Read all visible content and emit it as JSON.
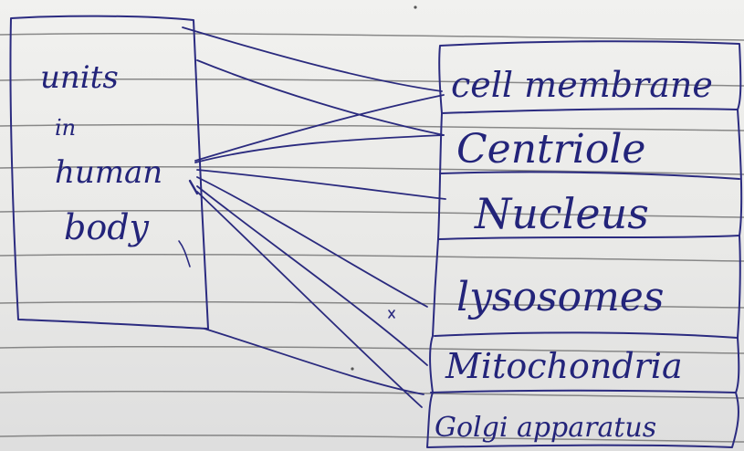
{
  "left_box": {
    "lines": [
      "units",
      "in",
      "human",
      "body"
    ]
  },
  "right_boxes": [
    {
      "label": "cell membrane"
    },
    {
      "label": "Centriole"
    },
    {
      "label": "Nucleus"
    },
    {
      "label": "lysosomes"
    },
    {
      "label": "Mitochondria"
    },
    {
      "label": "Golgi apparatus"
    }
  ],
  "colors": {
    "ink": "#2b2b80",
    "rule_lines": "#757575",
    "paper": "#ececea"
  }
}
